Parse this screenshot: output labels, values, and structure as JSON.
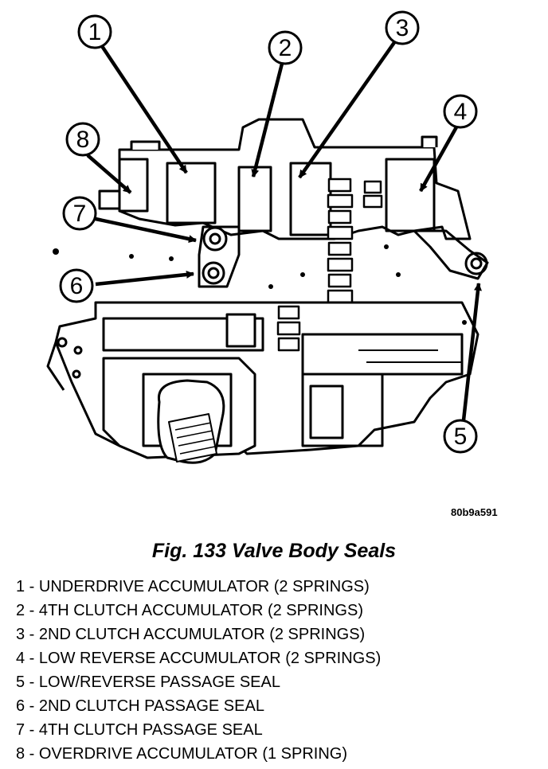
{
  "figure": {
    "image_code": "80b9a591",
    "title": "Fig. 133 Valve Body Seals"
  },
  "callouts": [
    {
      "num": "1"
    },
    {
      "num": "2"
    },
    {
      "num": "3"
    },
    {
      "num": "4"
    },
    {
      "num": "5"
    },
    {
      "num": "6"
    },
    {
      "num": "7"
    },
    {
      "num": "8"
    }
  ],
  "legend": [
    "1 - UNDERDRIVE ACCUMULATOR (2 SPRINGS)",
    "2 - 4TH CLUTCH ACCUMULATOR (2 SPRINGS)",
    "3 - 2ND CLUTCH ACCUMULATOR (2 SPRINGS)",
    "4 - LOW REVERSE ACCUMULATOR (2 SPRINGS)",
    "5 - LOW/REVERSE PASSAGE SEAL",
    "6 - 2ND CLUTCH PASSAGE SEAL",
    "7 - 4TH CLUTCH PASSAGE SEAL",
    "8 - OVERDRIVE ACCUMULATOR (1 SPRING)"
  ]
}
